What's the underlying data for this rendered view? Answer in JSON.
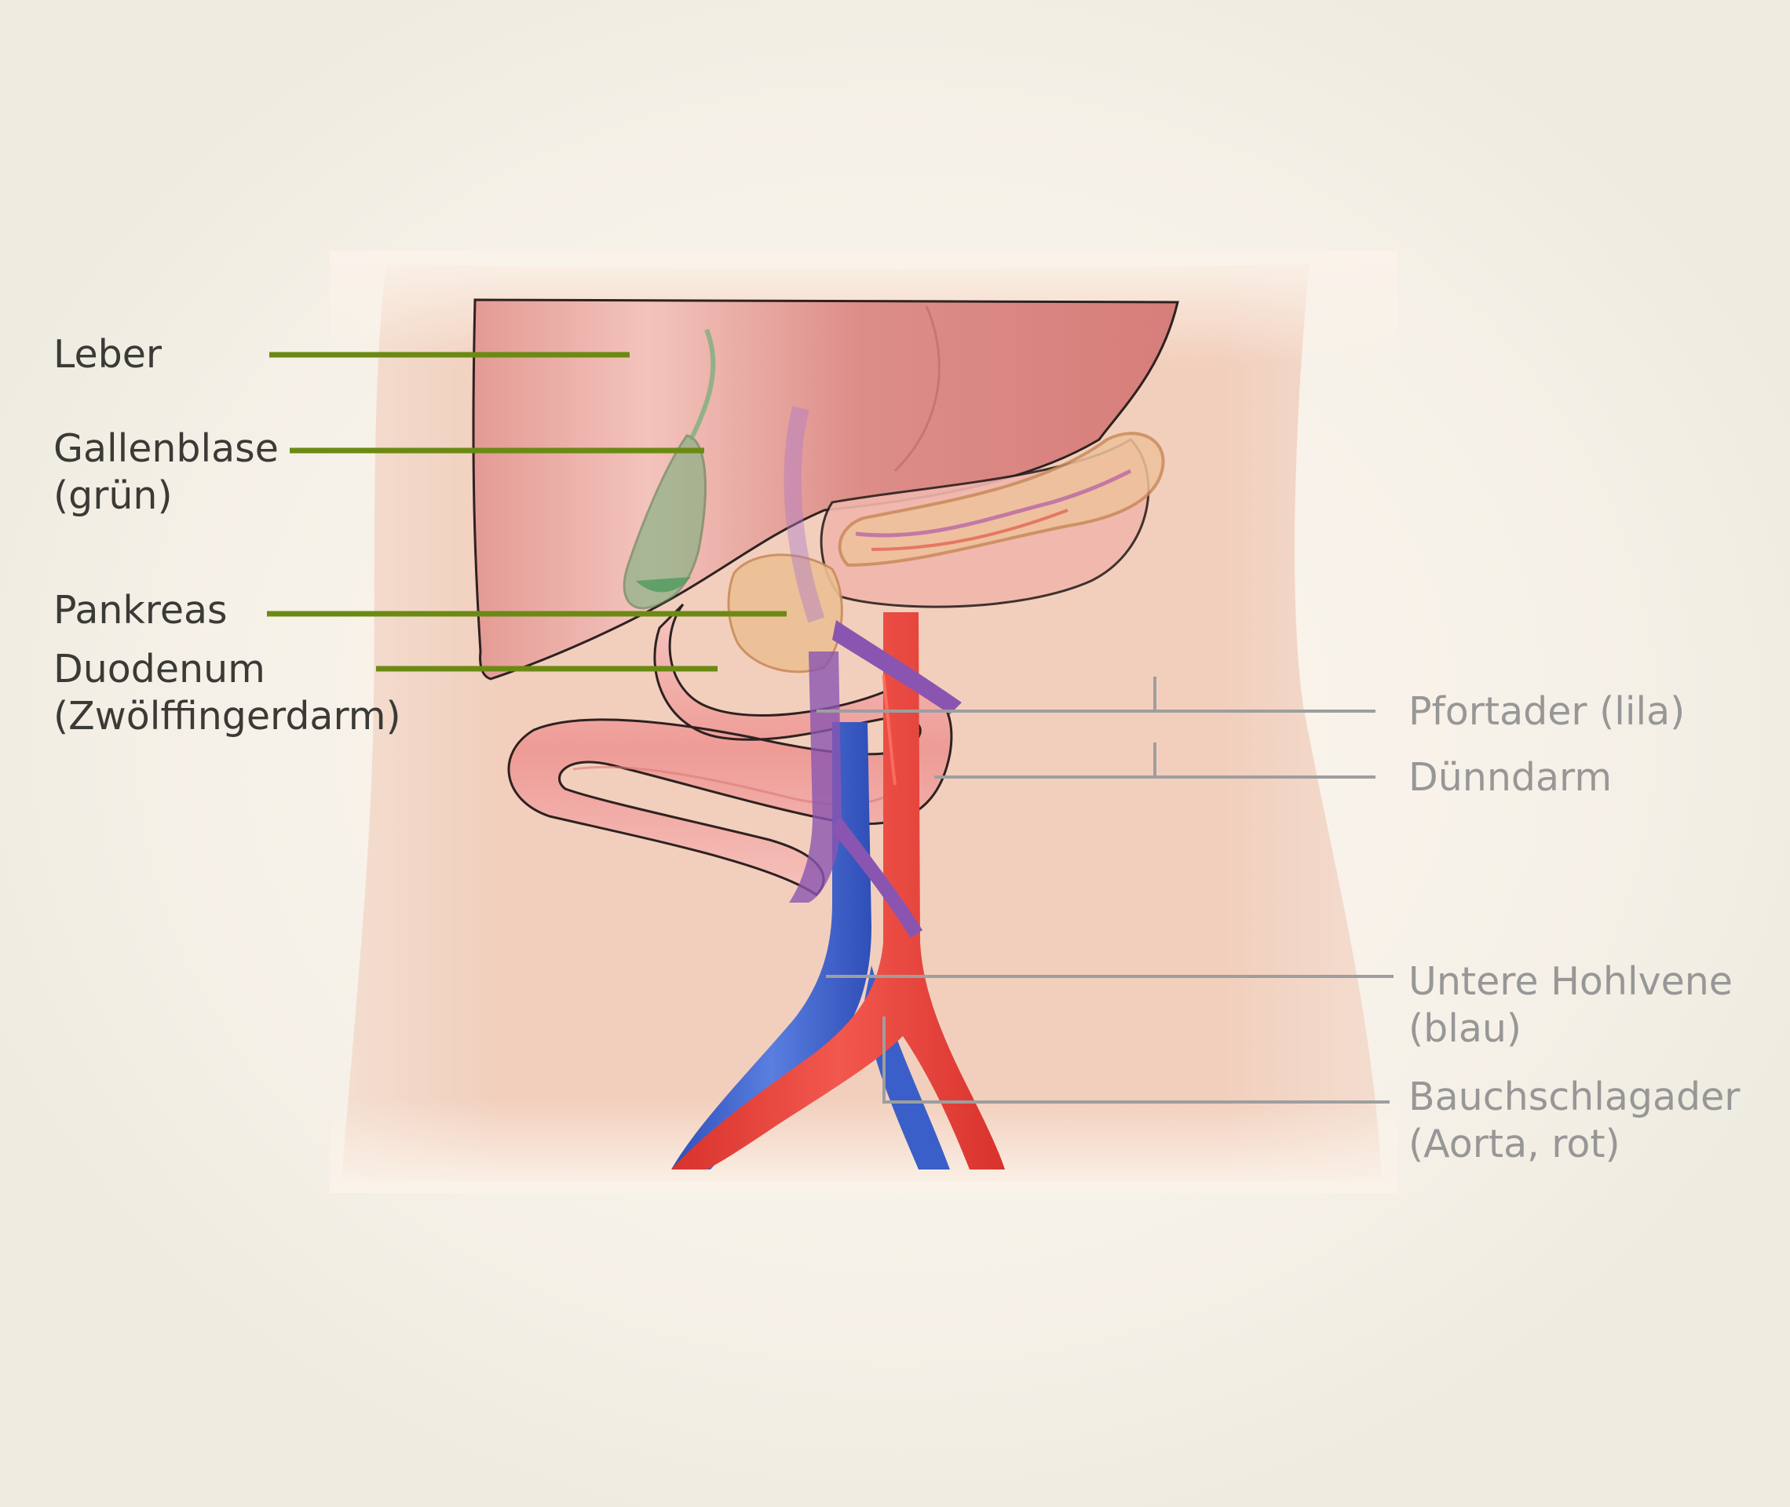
{
  "diagram": {
    "colors": {
      "background": "#eeebe0",
      "skin": "#f2d0c0",
      "liver": "#d98a86",
      "gallbladder": "#5fa56a",
      "pancreas": "#ecb48c",
      "intestine": "#f1a4a0",
      "portal_vein": "#8a55b0",
      "vena_cava": "#3b5fc8",
      "aorta": "#e8433a",
      "leader_left": "#6b8a14",
      "leader_right": "#9e9e9e"
    },
    "labels_left": [
      {
        "id": "leber",
        "lines": [
          "Leber"
        ]
      },
      {
        "id": "gallenblase",
        "lines": [
          "Gallenblase",
          "(grün)"
        ]
      },
      {
        "id": "pankreas",
        "lines": [
          "Pankreas"
        ]
      },
      {
        "id": "duodenum",
        "lines": [
          "Duodenum",
          "(Zwölffingerdarm)"
        ]
      }
    ],
    "labels_right": [
      {
        "id": "pfortader",
        "lines": [
          "Pfortader (lila)"
        ]
      },
      {
        "id": "duenndarm",
        "lines": [
          "Dünndarm"
        ]
      },
      {
        "id": "hohlvene",
        "lines": [
          "Untere Hohlvene",
          "(blau)"
        ]
      },
      {
        "id": "aorta",
        "lines": [
          "Bauchschlagader",
          "(Aorta, rot)"
        ]
      }
    ]
  }
}
